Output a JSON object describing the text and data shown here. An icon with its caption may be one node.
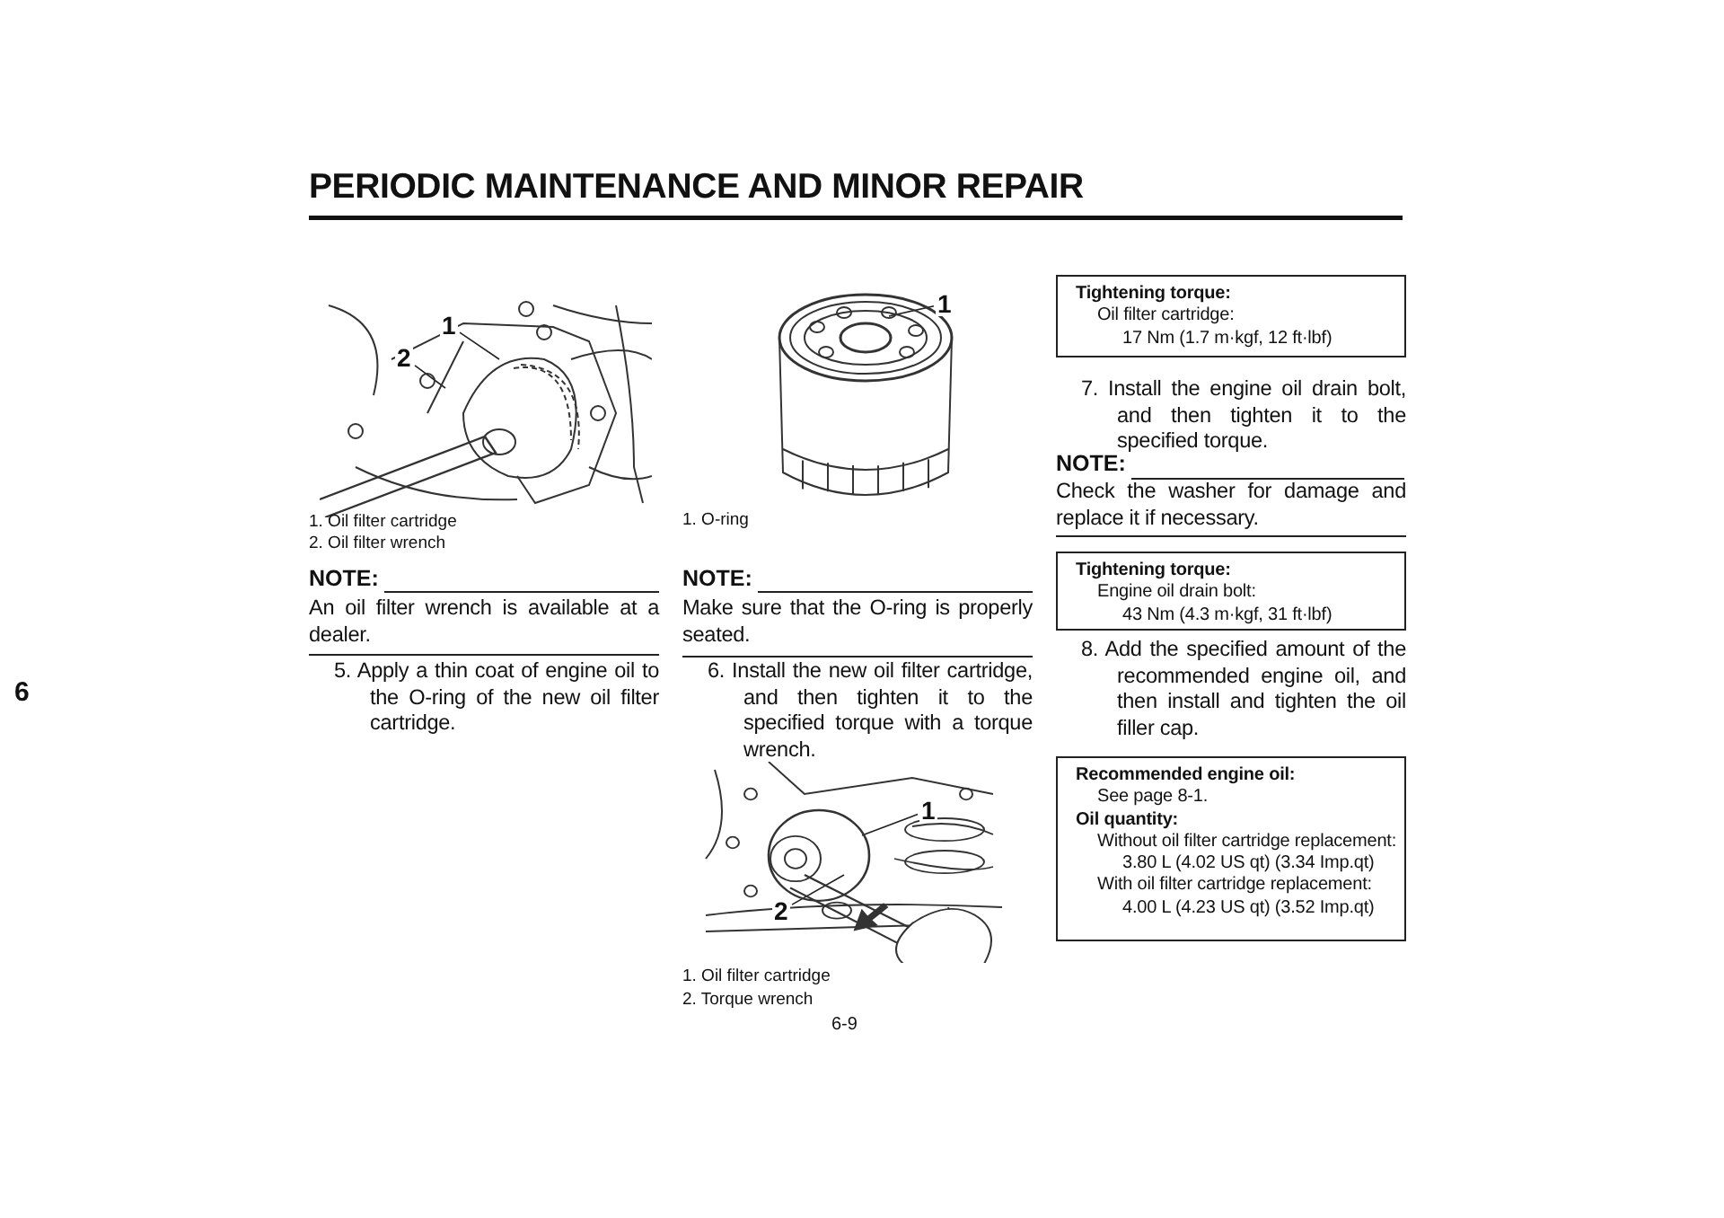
{
  "diagram": {
    "title": "PERIODIC MAINTENANCE AND MINOR REPAIR",
    "nodes": [
      {
        "text": [],
        "shape": "picture"
      },
      {
        "text": [
          "1"
        ],
        "in": 0
      },
      {
        "text": [
          "2"
        ],
        "in": 0
      },
      {
        "text": [],
        "shape": "picture"
      },
      {
        "text": [
          "1"
        ],
        "in": 3
      },
      {
        "text": [],
        "shape": "picture"
      },
      {
        "text": [
          "1"
        ],
        "in": 5
      },
      {
        "text": [
          "2"
        ],
        "in": 5
      },
      {
        "text": [
          "Tightening torque:",
          "Oil filter cartridge:",
          "17 Nm (1.7 m·kgf, 12 ft·lbf)"
        ]
      },
      {
        "text": [
          "Tightening torque:",
          "Engine oil drain bolt:",
          "43 Nm (4.3 m·kgf, 31 ft·lbf)"
        ]
      },
      {
        "text": [
          "Recommended engine oil:",
          "See page 8-1.",
          "Oil quantity:",
          "Without oil filter cartridge replacement:",
          "3.80 L (4.02 US qt) (3.34 Imp.qt)",
          "With oil filter cartridge replacement:",
          "4.00 L (4.23 US qt) (3.52 Imp.qt)"
        ]
      }
    ],
    "edges": [
      {
        "from": 1,
        "to": null,
        "arrow": "none"
      },
      {
        "from": 2,
        "to": null,
        "arrow": "none"
      },
      {
        "from": 4,
        "to": null,
        "arrow": "none"
      },
      {
        "from": 6,
        "to": null,
        "arrow": "none"
      },
      {
        "from": 7,
        "to": null,
        "arrow": "none"
      }
    ],
    "labels": [
      "6",
      "1. Oil filter cartridge",
      "2. Oil filter wrench",
      "NOTE:",
      "An oil filter wrench is available at a dealer.",
      "5. Apply a thin coat of engine oil to the O-ring of the new oil filter cartridge.",
      "1. O-ring",
      "NOTE:",
      "Make sure that the O-ring is properly seated.",
      "6. Install the new oil filter cartridge, and then tighten it to the specified torque with a torque wrench.",
      "1. Oil filter cartridge",
      "2. Torque wrench",
      "6-9",
      "7. Install the engine oil drain bolt, and then tighten it to the specified torque.",
      "NOTE:",
      "Check the washer for damage and replace it if necessary.",
      "8. Add the specified amount of the recommended engine oil, and then install and tighten the oil filler cap."
    ]
  }
}
